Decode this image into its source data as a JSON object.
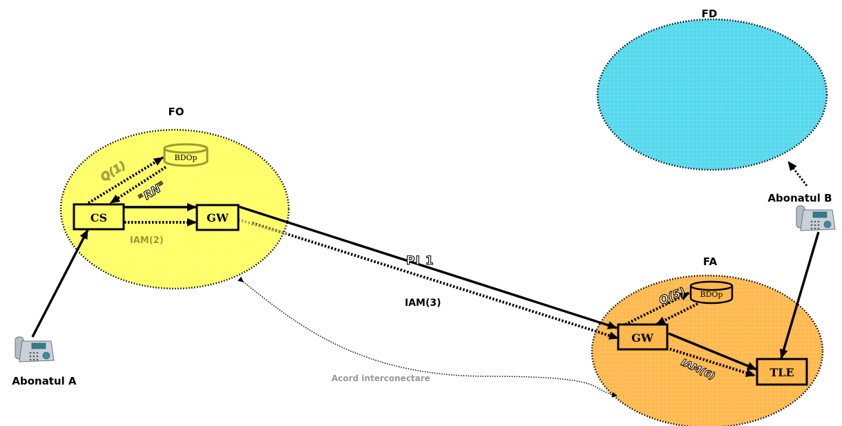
{
  "colors": {
    "fo_fill": "#ffff66",
    "fa_fill": "#ffb84d",
    "fd_fill": "#55d8ee",
    "olive_text": "#999933",
    "gray_text": "#999999",
    "dark": "#000000"
  },
  "networks": {
    "fo": "FO",
    "fa": "FA",
    "fd": "FD"
  },
  "nodes": {
    "cs": "CS",
    "gw_o": "GW",
    "gw_a": "GW",
    "tle": "TLE",
    "bdop_o": "BDOp",
    "bdop_a": "BDOp"
  },
  "subscribers": {
    "a": "Abonatul A",
    "b": "Abonatul B"
  },
  "messages": {
    "q1": "Q(1)",
    "rn": "\"RN\"",
    "iam2": "IAM(2)",
    "pi1": "PI 1",
    "iam3": "IAM(3)",
    "q5": "Q(5)",
    "iam6": "IAM(6)",
    "acord": "Acord interconectare"
  }
}
